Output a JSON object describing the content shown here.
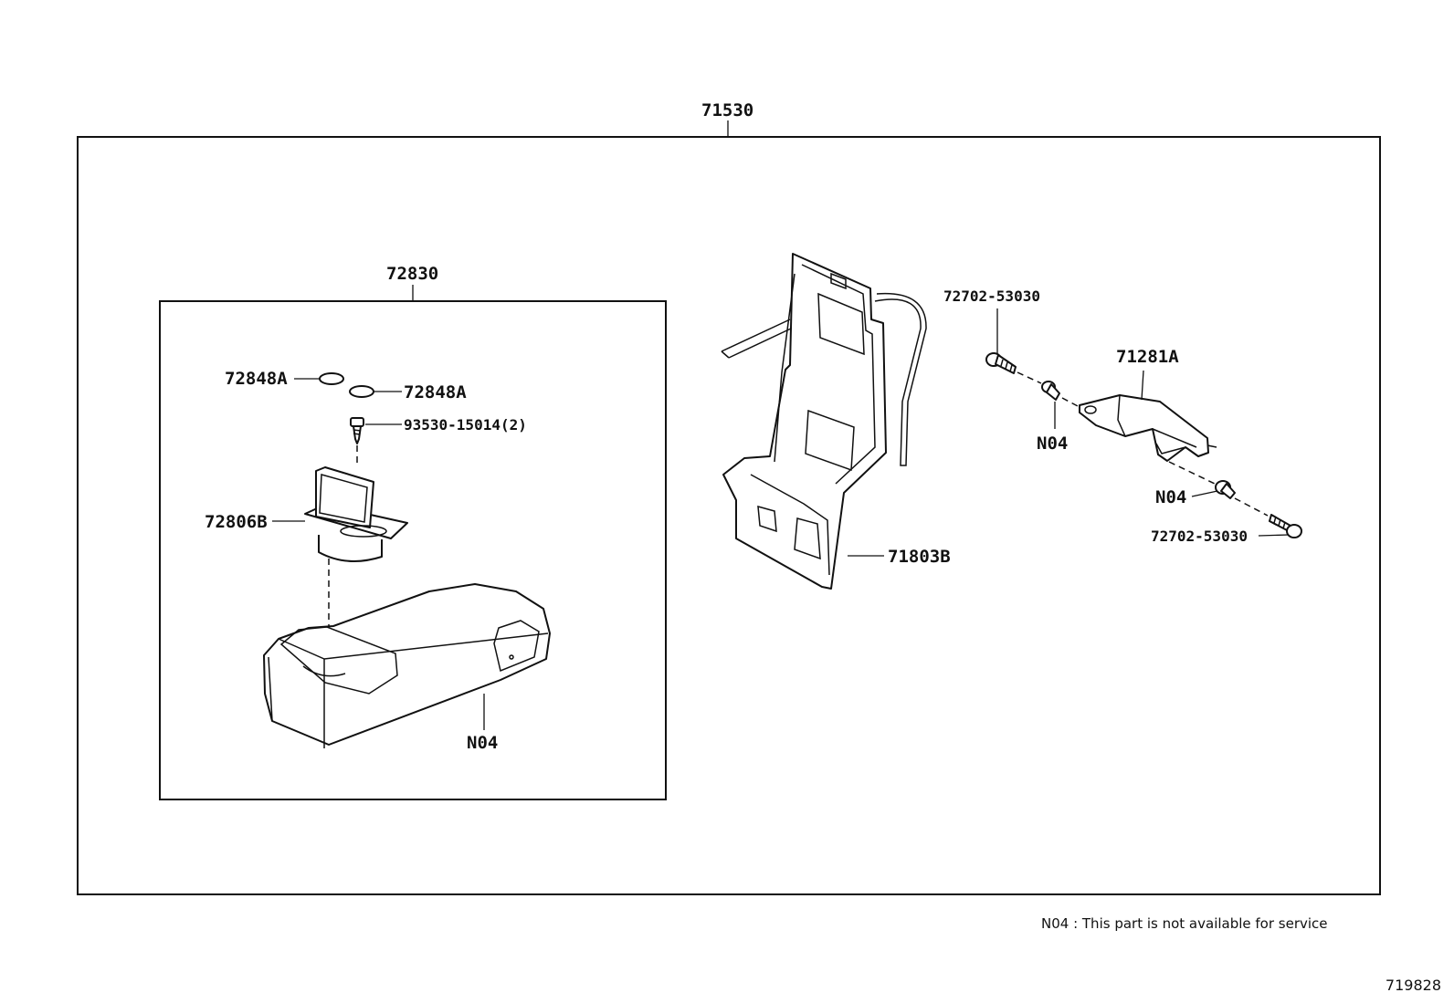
{
  "labels": {
    "assembly": "71530",
    "sub_assembly": "72830",
    "cap_a": "72848A",
    "cap_b": "72848A",
    "screw": "93530-15014(2)",
    "holder": "72806B",
    "armrest": "N04",
    "bracket_frame": "71803B",
    "bolt_top": "72702-53030",
    "hinge_bracket": "71281A",
    "collar_top": "N04",
    "collar_bottom": "N04",
    "bolt_bottom": "72702-53030"
  },
  "footnote": "N04 : This part is not available for service",
  "diagram_code": "719828"
}
